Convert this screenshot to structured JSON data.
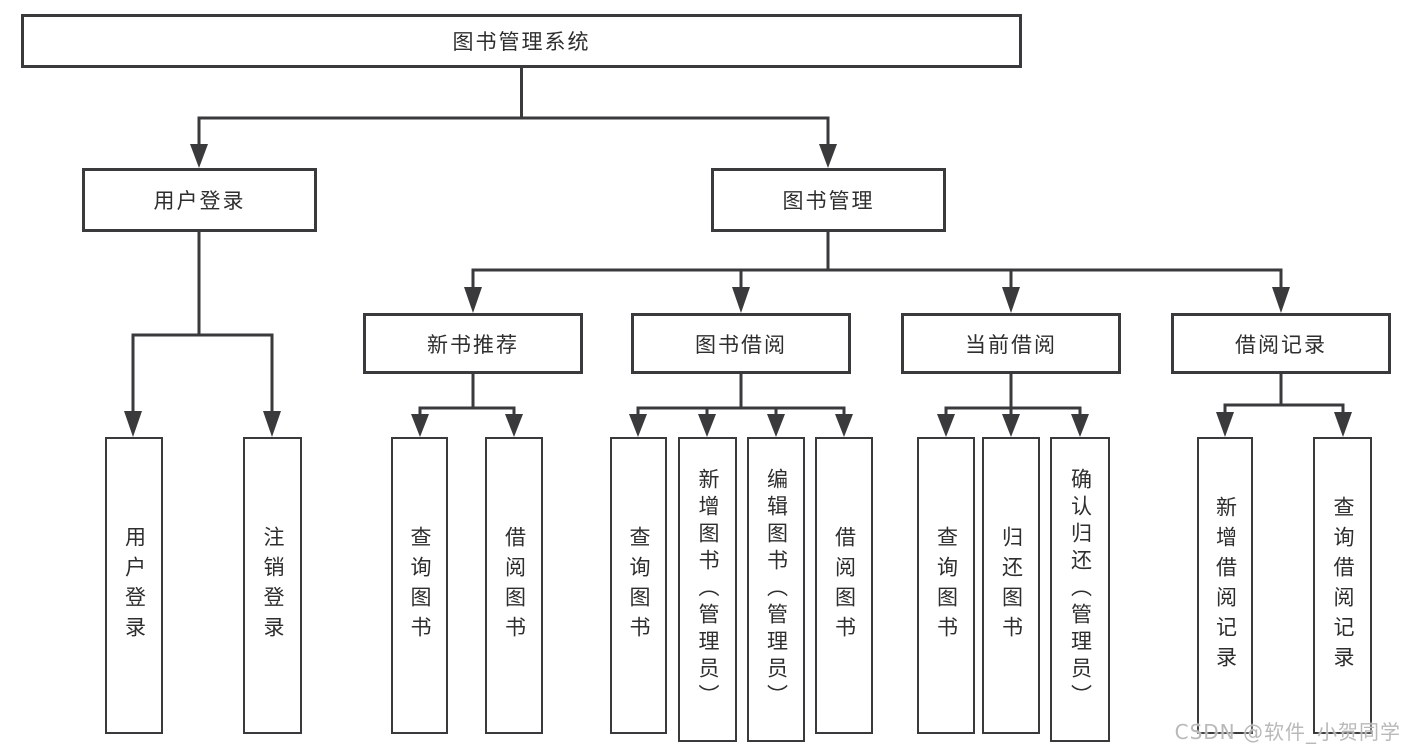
{
  "nodes": {
    "root": "图书管理系统",
    "user_login": "用户登录",
    "book_mgmt": "图书管理",
    "new_books": "新书推荐",
    "book_borrow": "图书借阅",
    "current_borrow": "当前借阅",
    "borrow_records": "借阅记录"
  },
  "leaves": {
    "login": "用户登录",
    "logout": "注销登录",
    "nb_query": "查询图书",
    "nb_borrow": "借阅图书",
    "bb_query": "查询图书",
    "bb_add": "新增图书（管理员）",
    "bb_edit": "编辑图书（管理员）",
    "bb_borrow": "借阅图书",
    "cb_query": "查询图书",
    "cb_return": "归还图书",
    "cb_confirm": "确认归还（管理员）",
    "br_add": "新增借阅记录",
    "br_query": "查询借阅记录"
  },
  "watermark": "CSDN @软件_小贺同学",
  "colors": {
    "line": "#3a3a3c",
    "box_border": "#3a3a3c",
    "text": "#2e2e2e",
    "watermark_text": "#b9b9b9",
    "background": "#ffffff"
  }
}
